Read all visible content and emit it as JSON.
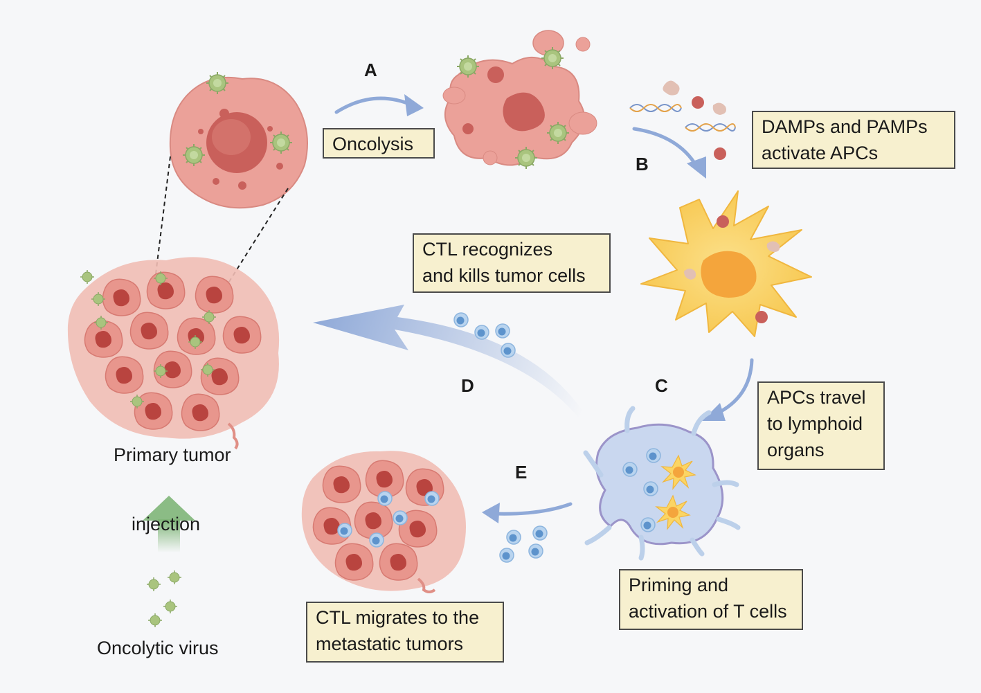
{
  "steps": {
    "a": {
      "letter": "A",
      "label": "Oncolysis"
    },
    "b": {
      "letter": "B",
      "label": "DAMPs and PAMPs\nactivate APCs"
    },
    "c": {
      "letter": "C",
      "label": "APCs travel\nto lymphoid\norgans"
    },
    "d": {
      "letter": "D",
      "label": "CTL recognizes\nand kills tumor cells"
    },
    "e": {
      "letter": "E",
      "label": "CTL migrates to the\nmetastatic tumors"
    }
  },
  "priming_label": "Priming and\nactivation of T cells",
  "primary_tumor_label": "Primary tumor",
  "injection_label": "injection",
  "virus_label": "Oncolytic virus",
  "colors": {
    "tumor": "#e58e86",
    "tumor_dark": "#c0504a",
    "virus": "#a9c47e",
    "apc": "#fbd564",
    "lymph_node": "#c9d7ef",
    "t_cell": "#6da4d6",
    "arrow": "#8fa9d8",
    "label_box": "#f7f0cf",
    "injection_arrow": "#7fb578"
  }
}
